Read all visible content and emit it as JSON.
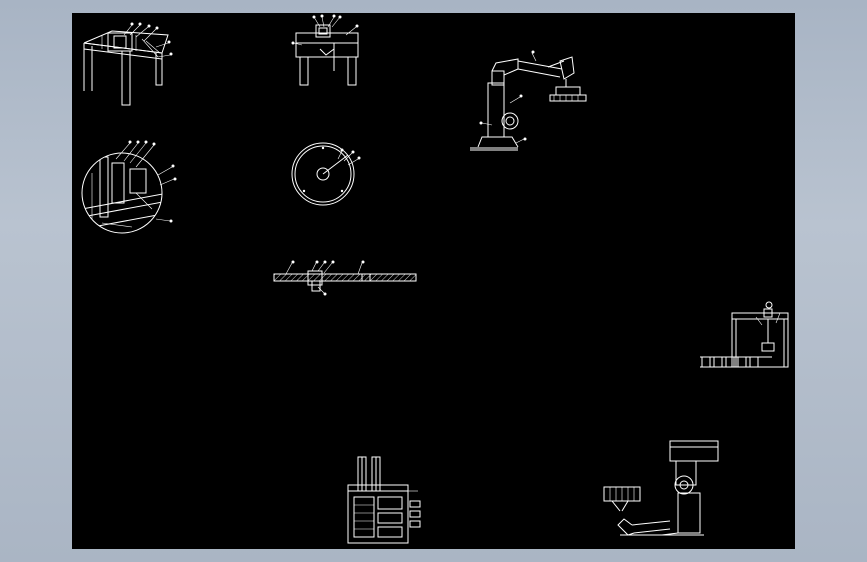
{
  "colors": {
    "viewport_background": "#000000",
    "drawing_lines": "#ffffff",
    "desktop_background": "#b4bfcc"
  },
  "drawing_views": [
    "table-frame-isometric",
    "table-frame-side",
    "palletizing-robot-side",
    "detail-circle-isometric",
    "disc-plan",
    "plate-section",
    "gantry-conveyor",
    "electrical-cabinet",
    "palletizing-robot-reversed"
  ]
}
